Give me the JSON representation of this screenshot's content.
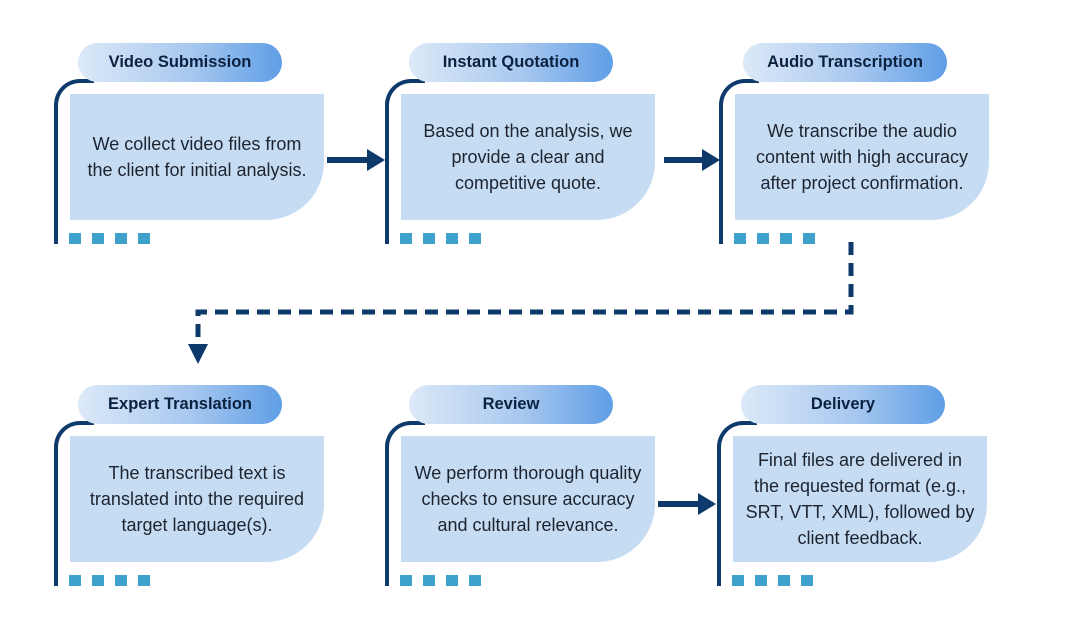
{
  "steps": [
    {
      "title": "Video Submission",
      "text": "We collect video files from the client for initial analysis."
    },
    {
      "title": "Instant Quotation",
      "text": "Based on the analysis, we provide a clear and competitive quote."
    },
    {
      "title": "Audio Transcription",
      "text": "We transcribe the audio content with high accuracy after project confirmation."
    },
    {
      "title": "Expert Translation",
      "text": "The transcribed text is translated into the required target language(s)."
    },
    {
      "title": "Review",
      "text": "We perform thorough quality checks to ensure accuracy and cultural relevance."
    },
    {
      "title": "Delivery",
      "text": "Final files are delivered in the requested format (e.g., SRT, VTT, XML), followed by client feedback."
    }
  ],
  "colors": {
    "frame": "#0e3a6b",
    "arrow": "#0e3a6b",
    "card_body": "#c6dcf2",
    "dots": "#3ea2cc",
    "pill_start": "#dce9f8",
    "pill_end": "#5f9ee6"
  }
}
